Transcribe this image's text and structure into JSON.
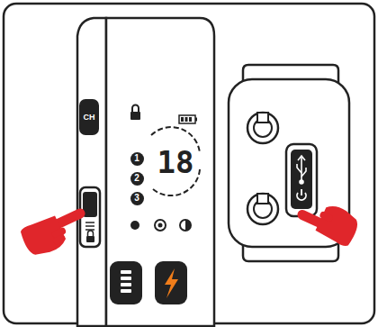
{
  "diagram": {
    "nodes": [
      {
        "text": [
          "CH"
        ]
      },
      {
        "text": [
          "1"
        ]
      },
      {
        "text": [
          "2"
        ]
      },
      {
        "text": [
          "3"
        ]
      }
    ],
    "labels": [
      "18"
    ]
  }
}
